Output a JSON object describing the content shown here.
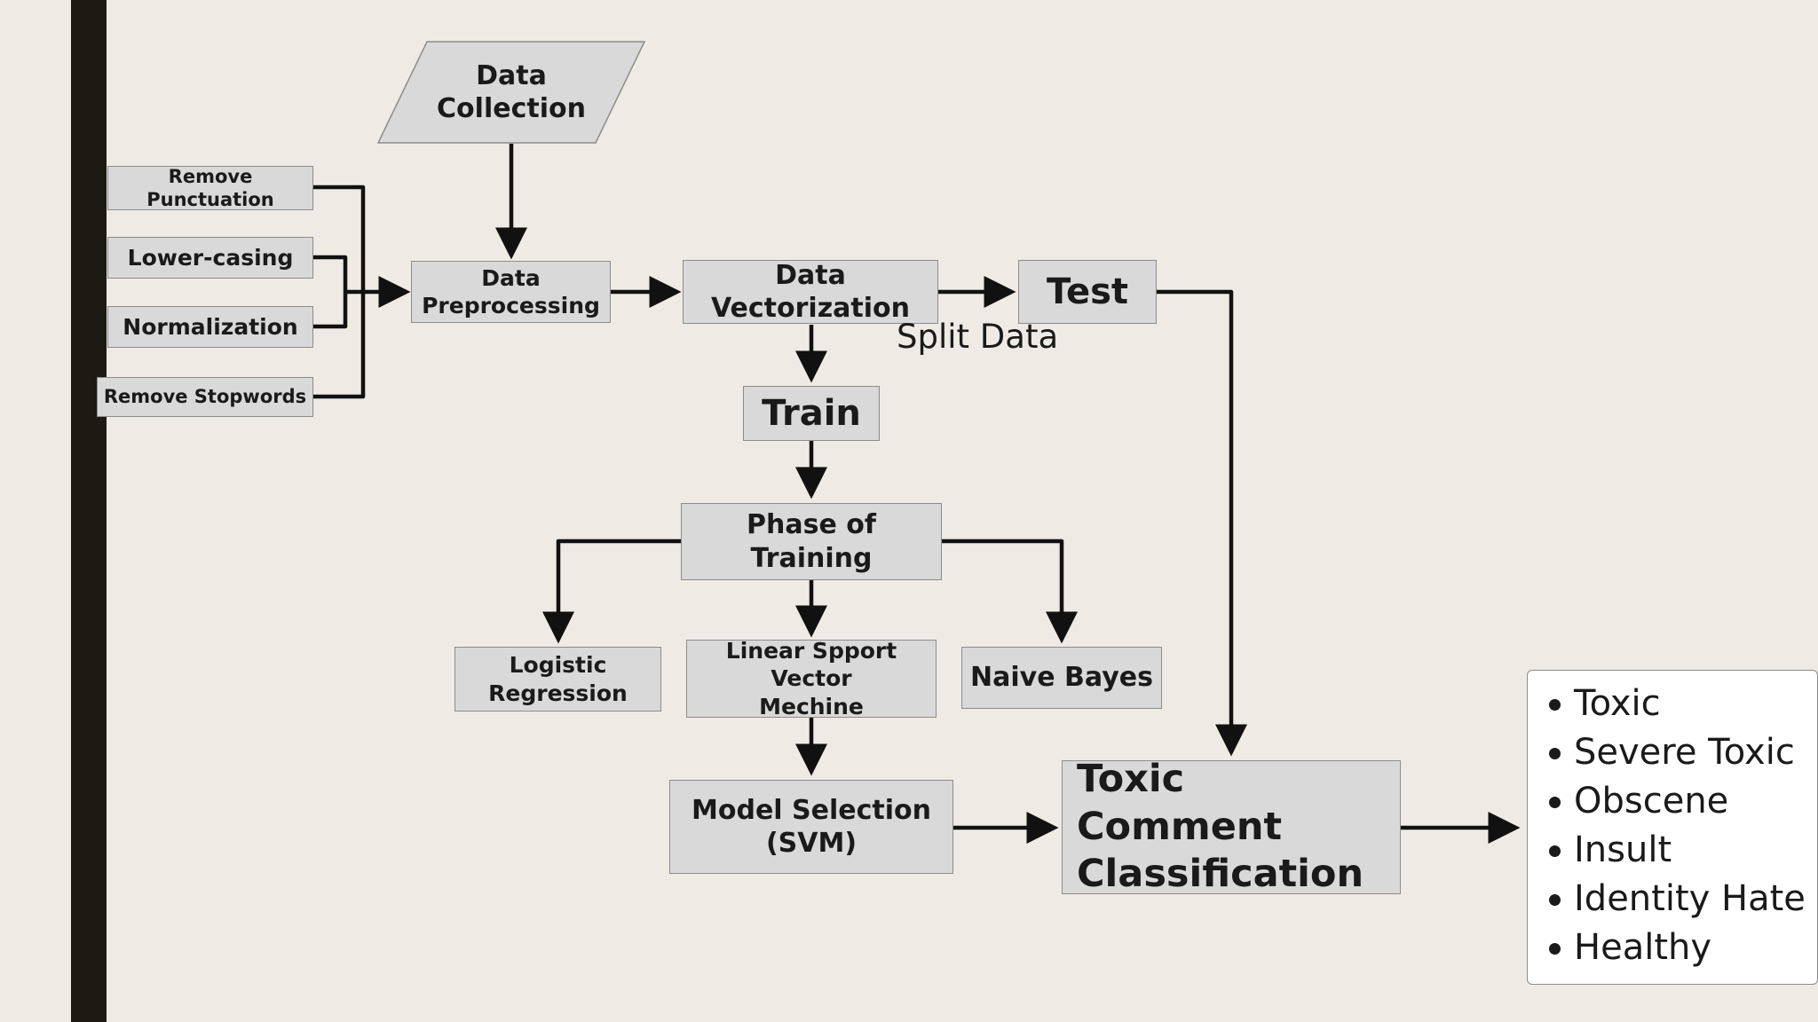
{
  "nodes": {
    "data_collection": "Data\nCollection",
    "remove_punctuation": "Remove Punctuation",
    "lower_casing": "Lower-casing",
    "normalization": "Normalization",
    "remove_stopwords": "Remove Stopwords",
    "data_preprocessing": "Data\nPreprocessing",
    "data_vectorization": "Data Vectorization",
    "test": "Test",
    "split_data": "Split Data",
    "train": "Train",
    "phase_of_training": "Phase of Training",
    "logistic_regression": "Logistic\nRegression",
    "linear_svm": "Linear Spport Vector\nMechine",
    "naive_bayes": "Naive Bayes",
    "model_selection": "Model Selection\n(SVM)",
    "toxic_comment_classification": "Toxic Comment\nClassification"
  },
  "classes": [
    "Toxic",
    "Severe Toxic",
    "Obscene",
    "Insult",
    "Identity Hate",
    "Healthy"
  ],
  "colors": {
    "background": "#efebe4",
    "box_fill": "#d9d9d9",
    "box_border": "#8c8c8c",
    "arrow": "#111111",
    "left_bar": "#1c1a12",
    "list_fill": "#ffffff"
  }
}
